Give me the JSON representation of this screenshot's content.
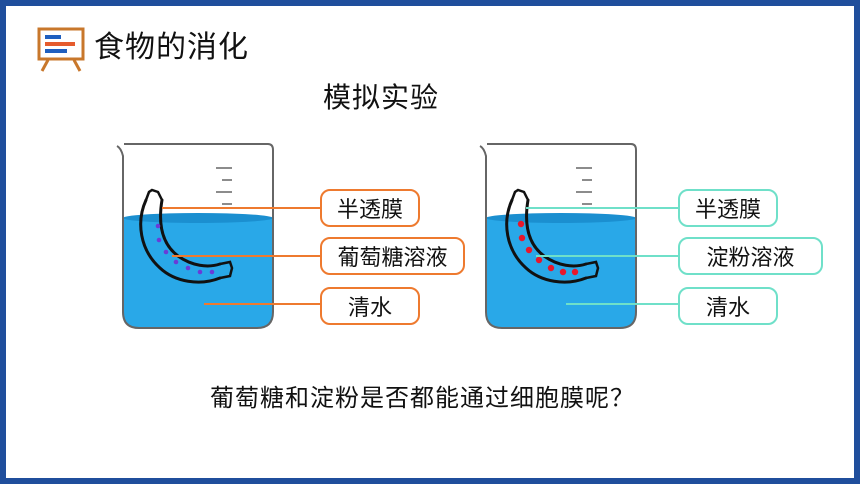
{
  "title": "食物的消化",
  "subtitle": "模拟实验",
  "question": "葡萄糖和淀粉是否都能通过细胞膜呢？",
  "left_labels": {
    "membrane": "半透膜",
    "solution": "葡萄糖溶液",
    "water": "清水"
  },
  "right_labels": {
    "membrane": "半透膜",
    "solution": "淀粉溶液",
    "water": "清水"
  },
  "colors": {
    "frame": "#1f4e9c",
    "water": "#29a8e8",
    "orange": "#ee7a2f",
    "teal": "#6fe0c9",
    "glucose_dots": "#6a3bd8",
    "starch_dots": "#e8172b"
  }
}
